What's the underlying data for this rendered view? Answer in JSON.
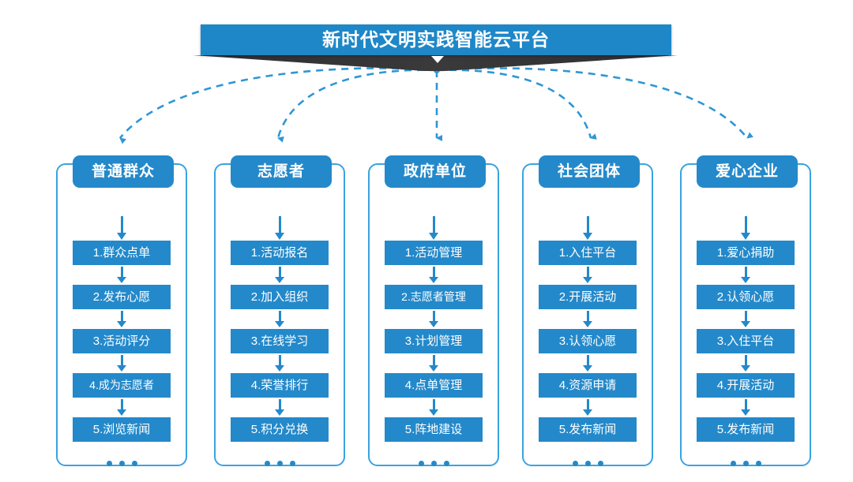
{
  "title": {
    "text": "新时代文明实践智能云平台",
    "chevron_icon": "chevron-down-icon",
    "bar_color": "#1e87c8",
    "wedge_color": "#333333"
  },
  "theme": {
    "accent": "#2489ca",
    "border": "#3ba3dd",
    "dashed_connector": "#2f96d4",
    "text_on_accent": "#ffffff",
    "background": "#ffffff"
  },
  "ellipsis_label": "•••",
  "columns": [
    {
      "header": "普通群众",
      "items": [
        "1.群众点单",
        "2.发布心愿",
        "3.活动评分",
        "4.成为志愿者",
        "5.浏览新闻"
      ]
    },
    {
      "header": "志愿者",
      "items": [
        "1.活动报名",
        "2.加入组织",
        "3.在线学习",
        "4.荣誉排行",
        "5.积分兑换"
      ]
    },
    {
      "header": "政府单位",
      "items": [
        "1.活动管理",
        "2.志愿者管理",
        "3.计划管理",
        "4.点单管理",
        "5.阵地建设"
      ]
    },
    {
      "header": "社会团体",
      "items": [
        "1.入住平台",
        "2.开展活动",
        "3.认领心愿",
        "4.资源申请",
        "5.发布新闻"
      ]
    },
    {
      "header": "爱心企业",
      "items": [
        "1.爱心捐助",
        "2.认领心愿",
        "3.入住平台",
        "4.开展活动",
        "5.发布新闻"
      ]
    }
  ]
}
